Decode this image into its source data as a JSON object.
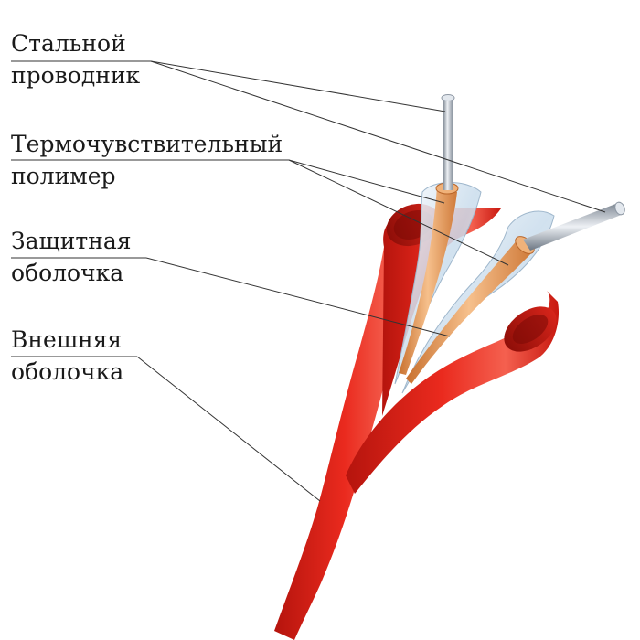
{
  "labels": {
    "steel": {
      "line1": "Стальной",
      "line2": "проводник"
    },
    "polymer": {
      "line1": "Термочувствительный",
      "line2": "полимер"
    },
    "protective": {
      "line1": "Защитная",
      "line2": "оболочка"
    },
    "outer": {
      "line1": "Внешняя",
      "line2": "оболочка"
    }
  },
  "colors": {
    "outer_sheath": "#e2231a",
    "outer_sheath_dark": "#a8120c",
    "outer_sheath_light": "#f2584a",
    "protective_sheath": "#dfe9f2",
    "polymer": "#e8a36a",
    "conductor": "#9aa4b0"
  }
}
